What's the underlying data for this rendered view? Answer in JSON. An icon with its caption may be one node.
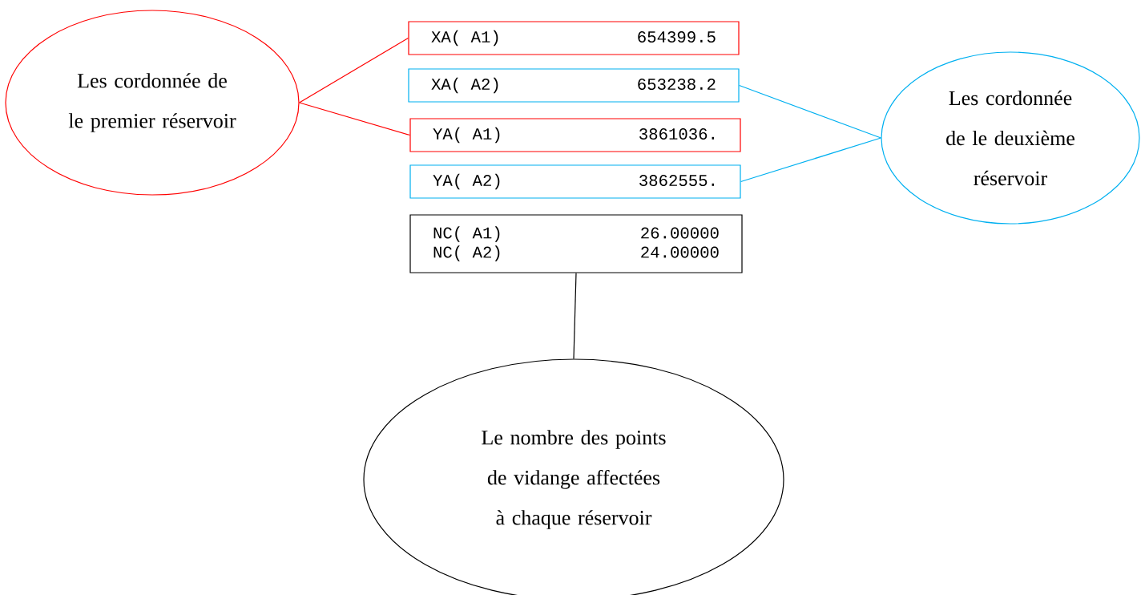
{
  "diagram": {
    "nodes": [
      {
        "text": [
          "Les cordonnée de le premier réservoir"
        ]
      },
      {
        "text": [
          "XA( A1)",
          "654399.5"
        ]
      },
      {
        "text": [
          "XA( A2)",
          "653238.2"
        ]
      },
      {
        "text": [
          "YA( A1)",
          "3861036."
        ]
      },
      {
        "text": [
          "YA( A2)",
          "3862555."
        ]
      },
      {
        "text": [
          "NC( A1)",
          "26.00000",
          "NC( A2)",
          "24.00000"
        ]
      },
      {
        "text": [
          "Les cordonnée de le deuxième réservoir"
        ]
      },
      {
        "text": [
          "Le nombre des points de vidange affectées à chaque réservoir"
        ]
      }
    ],
    "edges": [
      {
        "from": 0,
        "to": 1,
        "arrow": "none",
        "color": "#ff0000"
      },
      {
        "from": 0,
        "to": 3,
        "arrow": "none",
        "color": "#ff0000"
      },
      {
        "from": 6,
        "to": 2,
        "arrow": "none",
        "color": "#00b0f0"
      },
      {
        "from": 6,
        "to": 4,
        "arrow": "none",
        "color": "#00b0f0"
      },
      {
        "from": 5,
        "to": 7,
        "arrow": "none",
        "color": "#000000"
      }
    ]
  }
}
